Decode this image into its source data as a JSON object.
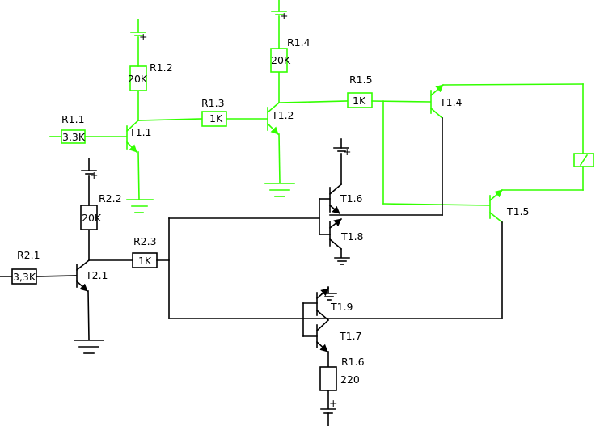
{
  "colors": {
    "active": "#33ff00",
    "inactive": "#000000",
    "background": "#ffffff"
  },
  "components": {
    "resistors": [
      {
        "id": "R1.1",
        "value": "3,3K",
        "state": "active"
      },
      {
        "id": "R1.2",
        "value": "20K",
        "state": "active"
      },
      {
        "id": "R1.3",
        "value": "1K",
        "state": "active"
      },
      {
        "id": "R1.4",
        "value": "20K",
        "state": "active"
      },
      {
        "id": "R1.5",
        "value": "1K",
        "state": "active"
      },
      {
        "id": "R1.6",
        "value": "220",
        "state": "inactive"
      },
      {
        "id": "R2.1",
        "value": "3,3K",
        "state": "inactive"
      },
      {
        "id": "R2.2",
        "value": "20K",
        "state": "inactive"
      },
      {
        "id": "R2.3",
        "value": "1K",
        "state": "inactive"
      }
    ],
    "transistors": [
      {
        "id": "T1.1",
        "state": "active"
      },
      {
        "id": "T1.2",
        "state": "active"
      },
      {
        "id": "T1.4",
        "state": "active"
      },
      {
        "id": "T1.5",
        "state": "active"
      },
      {
        "id": "T1.6",
        "state": "inactive"
      },
      {
        "id": "T1.7",
        "state": "inactive"
      },
      {
        "id": "T1.8",
        "state": "inactive"
      },
      {
        "id": "T1.9",
        "state": "inactive"
      },
      {
        "id": "T2.1",
        "state": "inactive"
      }
    ],
    "load": {
      "symbol": "relay-coil",
      "state": "active"
    }
  }
}
